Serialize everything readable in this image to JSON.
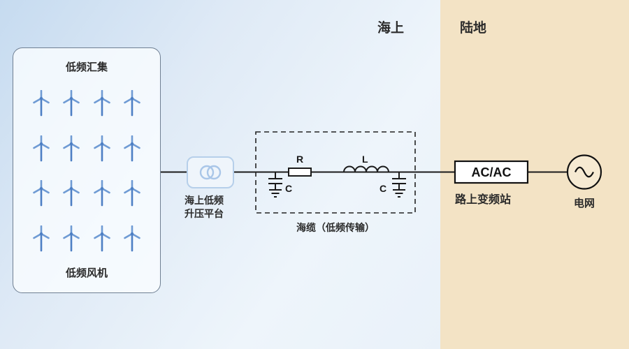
{
  "zones": {
    "sea": "海上",
    "land": "陆地"
  },
  "windfarm": {
    "title": "低频汇集",
    "caption": "低频风机",
    "rows": 4,
    "cols": 4
  },
  "platform": {
    "label_line1": "海上低频",
    "label_line2": "升压平台"
  },
  "cable": {
    "caption": "海缆（低频传输）",
    "labels": {
      "r": "R",
      "l": "L",
      "c_left": "C",
      "c_right": "C"
    }
  },
  "converter": {
    "box_label": "AC/AC",
    "caption": "路上变频站"
  },
  "grid": {
    "caption": "电网"
  },
  "colors": {
    "sea_bg": "#d4e4f4",
    "land_bg": "#f3e3c5",
    "turbine_blue": "#4d7fc4",
    "turbine_blade": "#6f9bd4",
    "wire": "#1a1a1a",
    "transformer_border": "#b6cfea"
  }
}
